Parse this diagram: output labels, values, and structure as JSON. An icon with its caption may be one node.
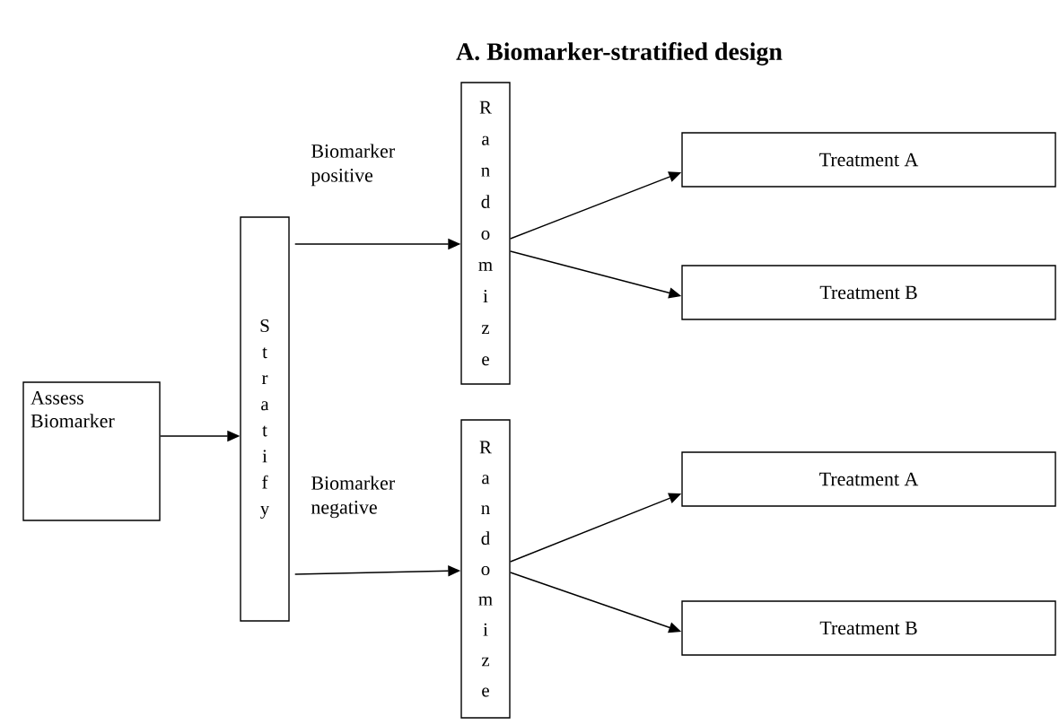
{
  "diagram": {
    "title": "A. Biomarker-stratified design",
    "nodes": [
      {
        "text": [
          "Assess Biomarker"
        ]
      },
      {
        "text": [
          "Stratify"
        ]
      },
      {
        "text": [
          "Randomize"
        ]
      },
      {
        "text": [
          "Treatment A"
        ]
      },
      {
        "text": [
          "Treatment B"
        ]
      },
      {
        "text": [
          "Randomize"
        ]
      },
      {
        "text": [
          "Treatment A"
        ]
      },
      {
        "text": [
          "Treatment B"
        ]
      }
    ],
    "edges": [
      {
        "from": 0,
        "to": 1,
        "arrow": "to"
      },
      {
        "from": 1,
        "to": 2,
        "arrow": "to",
        "label": "Biomarker positive"
      },
      {
        "from": 2,
        "to": 3,
        "arrow": "to"
      },
      {
        "from": 2,
        "to": 4,
        "arrow": "to"
      },
      {
        "from": 1,
        "to": 5,
        "arrow": "to",
        "label": "Biomarker negative"
      },
      {
        "from": 5,
        "to": 6,
        "arrow": "to"
      },
      {
        "from": 5,
        "to": 7,
        "arrow": "to"
      }
    ]
  }
}
